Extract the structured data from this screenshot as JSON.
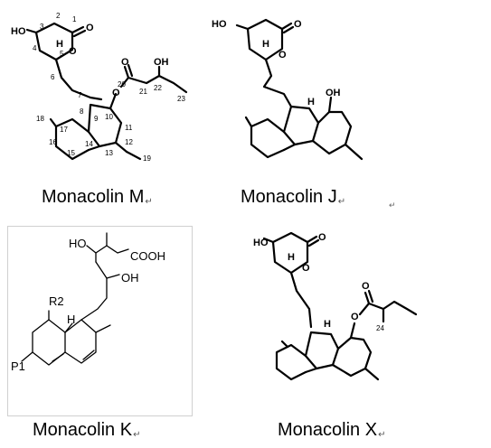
{
  "compounds": [
    {
      "name": "Monacolin M",
      "labels": [
        "HO",
        "O",
        "O",
        "H",
        "O",
        "O",
        "OH"
      ],
      "numbers": [
        "1",
        "2",
        "3",
        "4",
        "5",
        "6",
        "7",
        "8",
        "9",
        "10",
        "11",
        "12",
        "13",
        "14",
        "15",
        "16",
        "17",
        "18",
        "19",
        "20",
        "21",
        "22",
        "23"
      ]
    },
    {
      "name": "Monacolin J",
      "labels": [
        "HO",
        "O",
        "O",
        "H",
        "H",
        "OH"
      ]
    },
    {
      "name": "Monacolin K",
      "labels": [
        "HO",
        "COOH",
        "OH",
        "R2",
        "H",
        "P1"
      ]
    },
    {
      "name": "Monacolin X",
      "labels": [
        "HO",
        "O",
        "O",
        "H",
        "O",
        "O",
        "H",
        "24"
      ]
    }
  ],
  "caption_mark": "↵"
}
